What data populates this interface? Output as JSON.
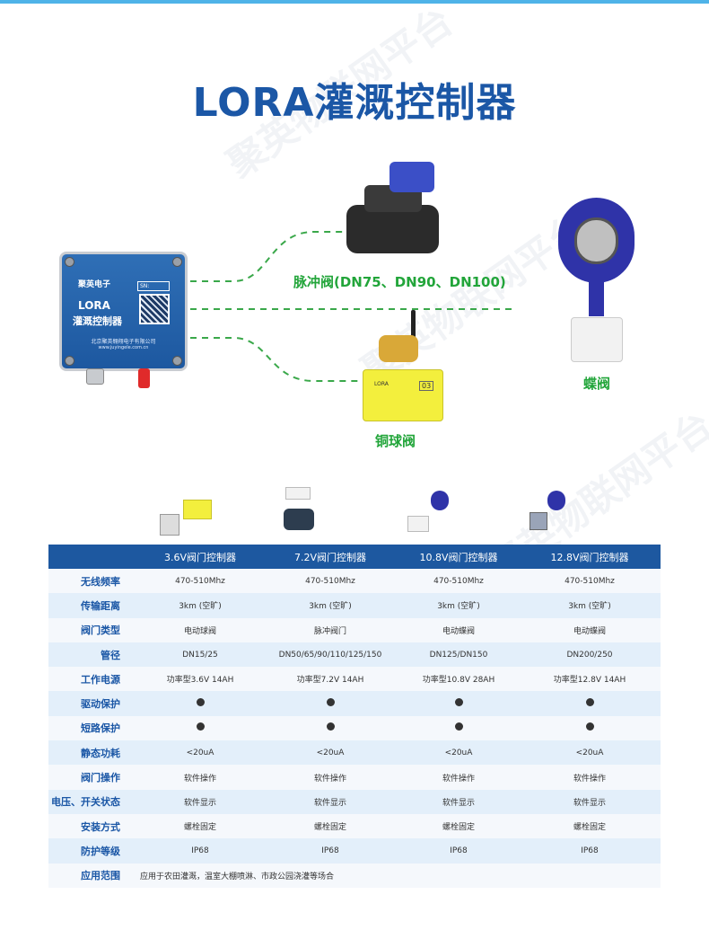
{
  "title": "LORA灌溉控制器",
  "watermark": "聚英物联网平台",
  "controller": {
    "brand": "聚英电子",
    "sn_label": "SN:",
    "model": "LORA",
    "name": "灌溉控制器",
    "company": "北京聚英翱翔电子有限公司",
    "website": "www.juyingele.com.cn"
  },
  "valves": {
    "pulse": "脉冲阀(DN75、DN90、DN100)",
    "butterfly": "蝶阀",
    "ball": "铜球阀",
    "ball_device_label": "LORA",
    "ball_device_number": "03"
  },
  "table": {
    "headers": [
      "",
      "3.6V阀门控制器",
      "7.2V阀门控制器",
      "10.8V阀门控制器",
      "12.8V阀门控制器"
    ],
    "rows": [
      {
        "label": "无线频率",
        "values": [
          "470-510Mhz",
          "470-510Mhz",
          "470-510Mhz",
          "470-510Mhz"
        ]
      },
      {
        "label": "传输距离",
        "values": [
          "3km (空旷)",
          "3km (空旷)",
          "3km (空旷)",
          "3km (空旷)"
        ]
      },
      {
        "label": "阀门类型",
        "values": [
          "电动球阀",
          "脉冲阀门",
          "电动蝶阀",
          "电动蝶阀"
        ]
      },
      {
        "label": "管径",
        "values": [
          "DN15/25",
          "DN50/65/90/110/125/150",
          "DN125/DN150",
          "DN200/250"
        ]
      },
      {
        "label": "工作电源",
        "values": [
          "功率型3.6V 14AH",
          "功率型7.2V 14AH",
          "功率型10.8V 28AH",
          "功率型12.8V 14AH"
        ]
      },
      {
        "label": "驱动保护",
        "dots": true
      },
      {
        "label": "短路保护",
        "dots": true
      },
      {
        "label": "静态功耗",
        "values": [
          "<20uA",
          "<20uA",
          "<20uA",
          "<20uA"
        ]
      },
      {
        "label": "阀门操作",
        "values": [
          "软件操作",
          "软件操作",
          "软件操作",
          "软件操作"
        ]
      },
      {
        "label": "电压、开关状态",
        "values": [
          "软件显示",
          "软件显示",
          "软件显示",
          "软件显示"
        ]
      },
      {
        "label": "安装方式",
        "values": [
          "螺栓固定",
          "螺栓固定",
          "螺栓固定",
          "螺栓固定"
        ]
      },
      {
        "label": "防护等级",
        "values": [
          "IP68",
          "IP68",
          "IP68",
          "IP68"
        ]
      },
      {
        "label": "应用范围",
        "span": "应用于农田灌溉，温室大棚喷淋、市政公园浇灌等场合"
      }
    ]
  }
}
